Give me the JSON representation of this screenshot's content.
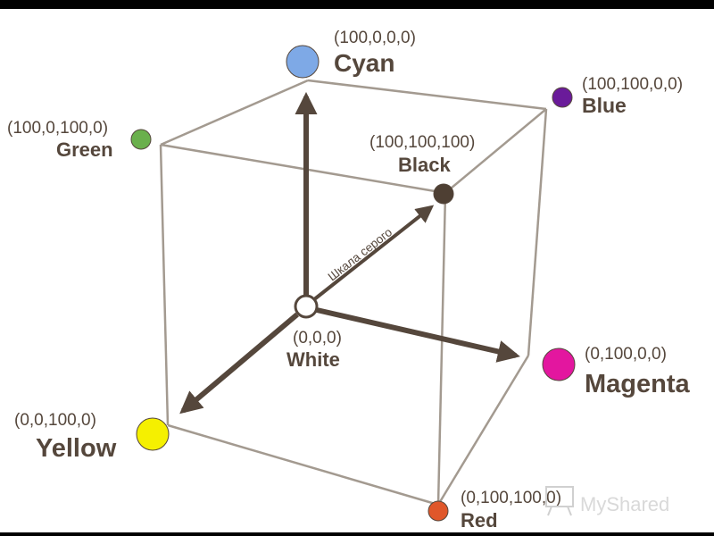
{
  "diagram": {
    "axis_label": "Шкала серого",
    "points": {
      "white": {
        "coords": "(0,0,0)",
        "name": "White",
        "color": "#ffffff"
      },
      "cyan": {
        "coords": "(100,0,0,0)",
        "name": "Cyan",
        "color": "#7ea9e6"
      },
      "blue": {
        "coords": "(100,100,0,0)",
        "name": "Blue",
        "color": "#6a1b9a"
      },
      "green": {
        "coords": "(100,0,100,0)",
        "name": "Green",
        "color": "#6ab04c"
      },
      "black": {
        "coords": "(100,100,100)",
        "name": "Black",
        "color": "#4e3f33"
      },
      "magenta": {
        "coords": "(0,100,0,0)",
        "name": "Magenta",
        "color": "#e3169f"
      },
      "yellow": {
        "coords": "(0,0,100,0)",
        "name": "Yellow",
        "color": "#f5f000"
      },
      "red": {
        "coords": "(0,100,100,0)",
        "name": "Red",
        "color": "#e0572a"
      }
    },
    "colors": {
      "edge": "#a39a90",
      "arrow": "#55473c",
      "text": "#55473c"
    }
  },
  "watermark": "MyShared"
}
